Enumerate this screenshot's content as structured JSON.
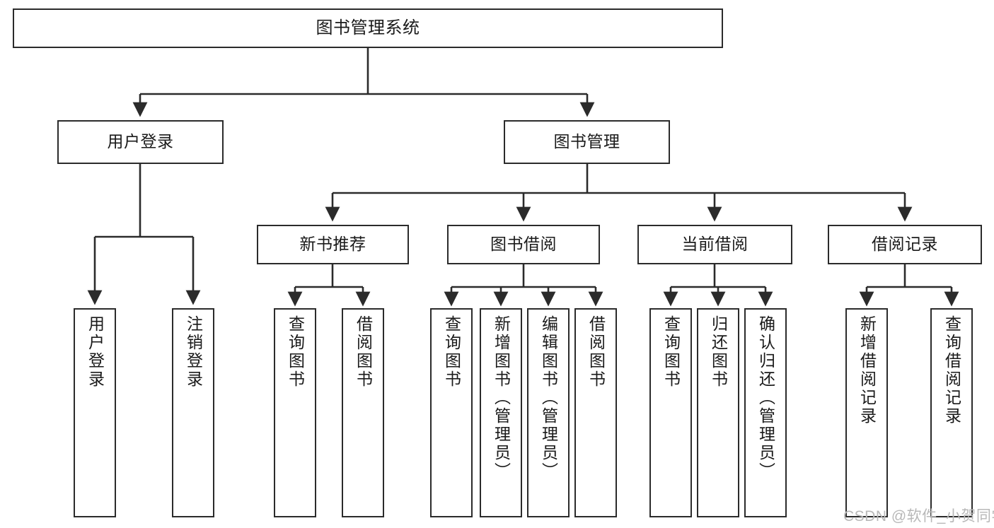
{
  "diagram": {
    "title": "图书管理系统",
    "type": "tree",
    "orientation": "top-down",
    "colors": {
      "box_border": "#2b2b2b",
      "box_fill": "#ffffff",
      "edge": "#2b2b2b",
      "text": "#1a1a1a",
      "watermark": "#b8b8b8",
      "background": "#ffffff"
    },
    "nodes": {
      "root": {
        "label": "图书管理系统"
      },
      "level2": [
        {
          "id": "user-login",
          "label": "用户登录"
        },
        {
          "id": "book-manage",
          "label": "图书管理"
        }
      ],
      "level3": [
        {
          "id": "new-book-recommend",
          "label": "新书推荐"
        },
        {
          "id": "book-borrow",
          "label": "图书借阅"
        },
        {
          "id": "current-borrow",
          "label": "当前借阅"
        },
        {
          "id": "borrow-record",
          "label": "借阅记录"
        }
      ],
      "leaves": {
        "user-login": [
          {
            "id": "leaf-user-login",
            "label": "用户登录"
          },
          {
            "id": "leaf-logout-login",
            "label": "注销登录"
          }
        ],
        "new-book-recommend": [
          {
            "id": "leaf-query-book-1",
            "label": "查询图书"
          },
          {
            "id": "leaf-borrow-book-1",
            "label": "借阅图书"
          }
        ],
        "book-borrow": [
          {
            "id": "leaf-query-book-2",
            "label": "查询图书"
          },
          {
            "id": "leaf-add-book-admin",
            "label": "新增图书（管理员）"
          },
          {
            "id": "leaf-edit-book-admin",
            "label": "编辑图书（管理员）"
          },
          {
            "id": "leaf-borrow-book-2",
            "label": "借阅图书"
          }
        ],
        "current-borrow": [
          {
            "id": "leaf-query-book-3",
            "label": "查询图书"
          },
          {
            "id": "leaf-return-book",
            "label": "归还图书"
          },
          {
            "id": "leaf-confirm-return-admin",
            "label": "确认归还（管理员）"
          }
        ],
        "borrow-record": [
          {
            "id": "leaf-add-borrow-record",
            "label": "新增借阅记录"
          },
          {
            "id": "leaf-query-borrow-record",
            "label": "查询借阅记录"
          }
        ]
      }
    },
    "watermark": "CSDN @软件_小贺同学"
  }
}
